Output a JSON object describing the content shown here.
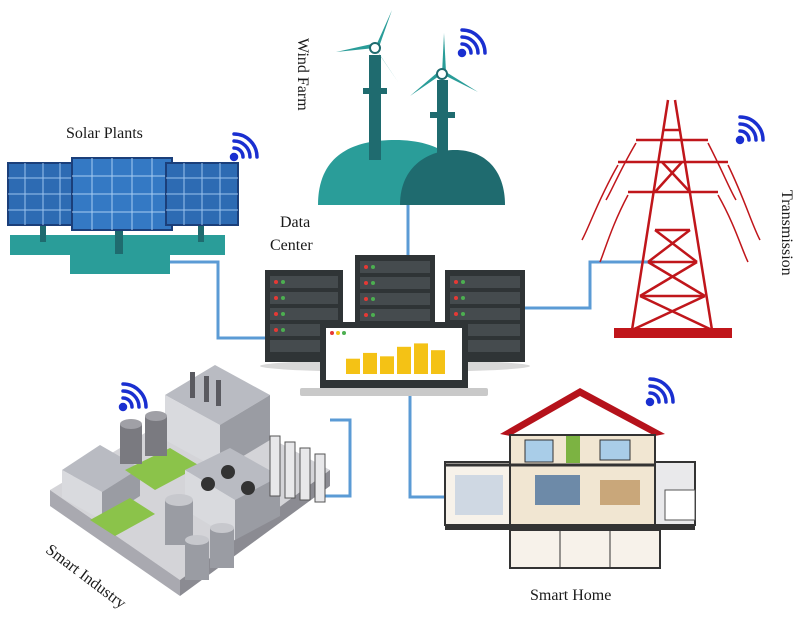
{
  "labels": {
    "solar": "Solar Plants",
    "wind": "Wind Farm",
    "data_center_line1": "Data",
    "data_center_line2": "Center",
    "transmission": "Transmission",
    "smart_home": "Smart Home",
    "smart_industry": "Smart Industry"
  },
  "colors": {
    "connector": "#5b9bd5",
    "wifi": "#1a2fd0",
    "teal": "#2a9d99",
    "teal_dark": "#1f6b6f",
    "tower": "#c0161b",
    "server": "#2f3436",
    "bar": "#f4c215",
    "solar_panel": "#2d6bb3",
    "roof": "#b5121b"
  },
  "monitor_bars": [
    0.45,
    0.62,
    0.52,
    0.8,
    0.9,
    0.7
  ]
}
